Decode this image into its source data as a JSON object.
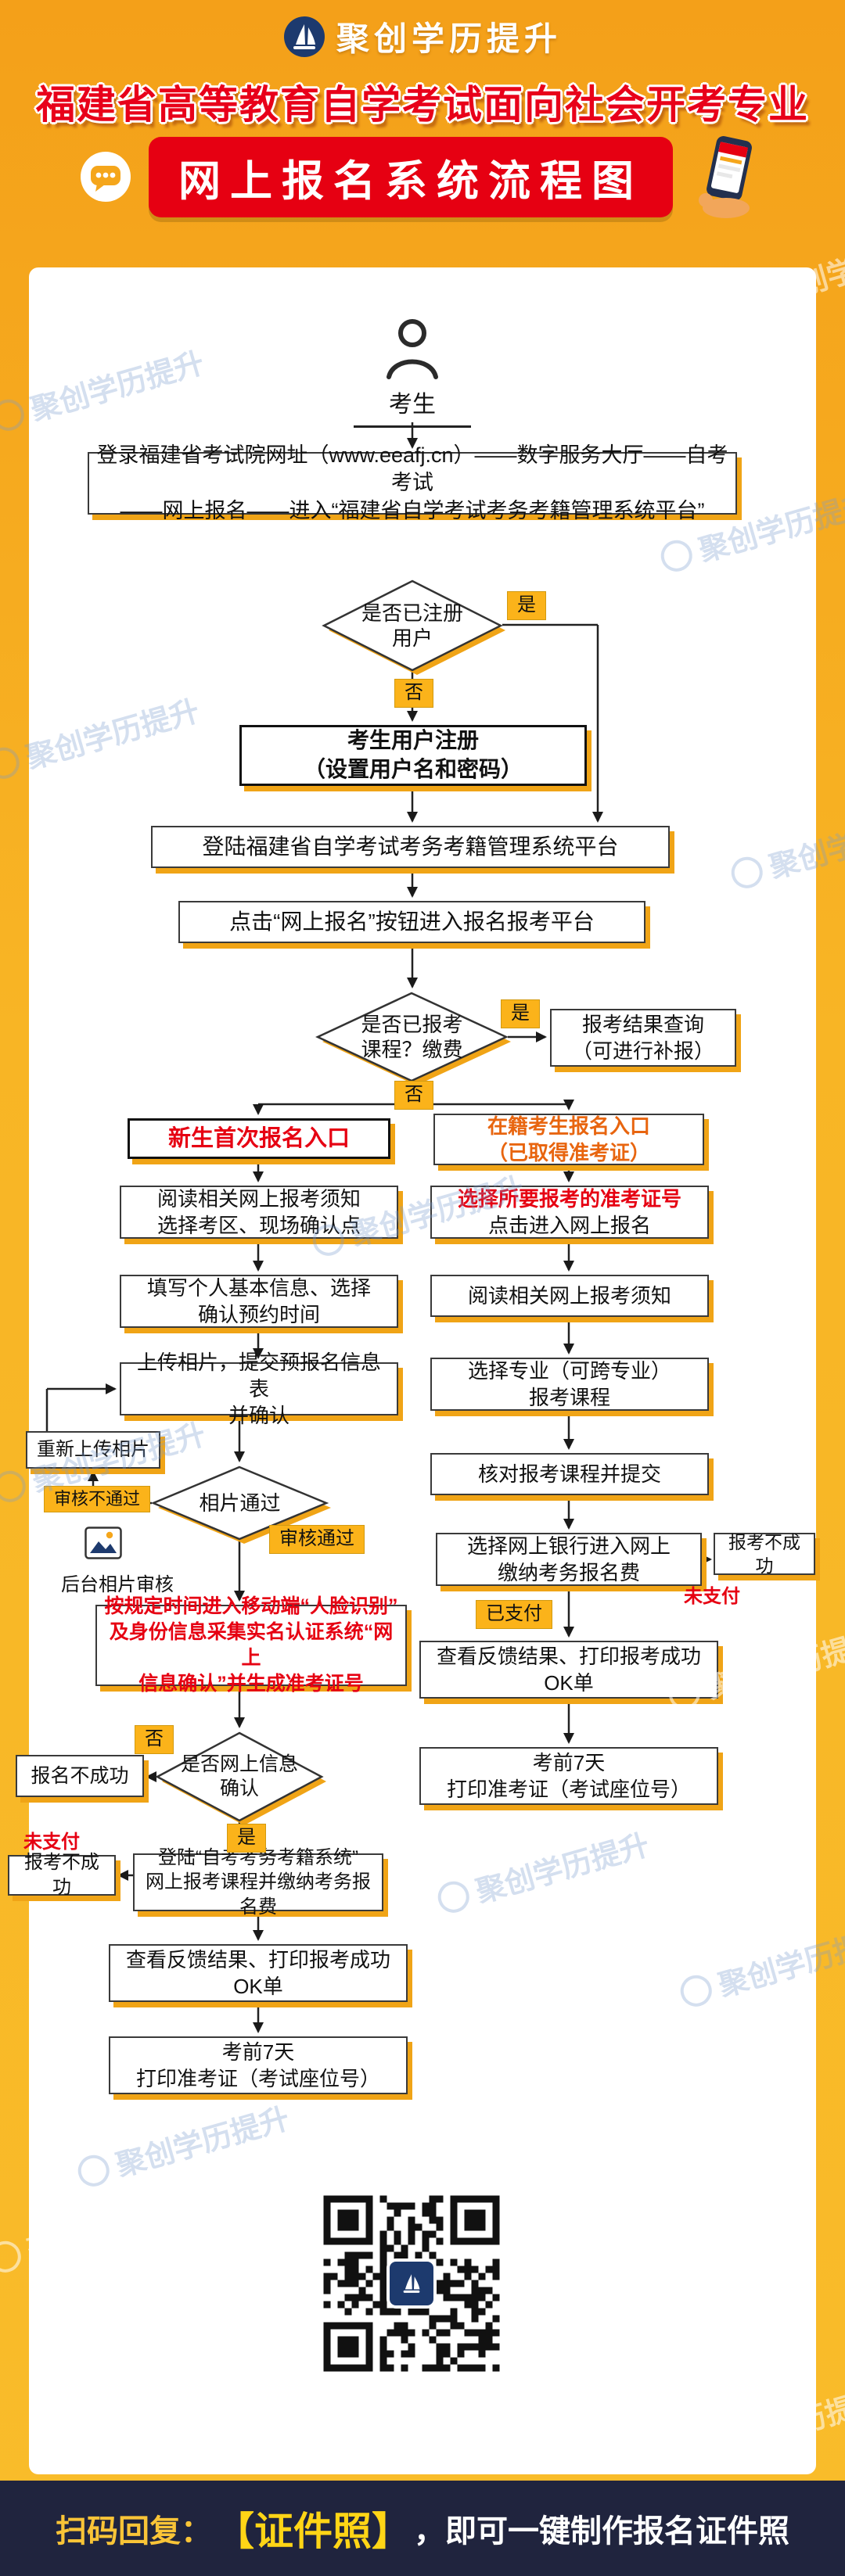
{
  "header": {
    "brand": "聚创学历提升",
    "title_line1": "福建省高等教育自学考试面向社会开考专业",
    "title_line2": "网上报名系统流程图"
  },
  "colors": {
    "accent_gold": "#F5A61B",
    "banner_red": "#E60012",
    "navy": "#1D3A6E",
    "footer_bg": "#20243E",
    "tag_gold": "#FBB31A",
    "watermark_blue": "#7A9CCD"
  },
  "icons": {
    "brand": "sail-logo-icon",
    "chat": "chat-bubble-icon",
    "phone": "phone-in-hand-icon",
    "actor": "person-icon",
    "photo_review": "picture-icon",
    "qr_center": "sail-logo-icon"
  },
  "flow": {
    "actor_label": "考生",
    "login_portal": {
      "line1": "登录福建省考试院网址（www.eeafj.cn）——数字服务大厅——自考考试",
      "line2": "——网上报名——进入“福建省自学考试考务考籍管理系统平台”"
    },
    "registered_q": {
      "line1": "是否已注册",
      "line2": "用户"
    },
    "register_box": {
      "line1": "考生用户注册",
      "line2": "（设置用户名和密码）"
    },
    "login_system": "登陆福建省自学考试考务考籍管理系统平台",
    "click_register": "点击“网上报名”按钮进入报名报考平台",
    "enrolled_q": {
      "line1": "是否已报考",
      "line2": "课程？缴费"
    },
    "result_query": {
      "line1": "报考结果查询",
      "line2": "（可进行补报）"
    },
    "new_entry": "新生首次报名入口",
    "old_entry": {
      "line1": "在籍考生报名入口",
      "line2": "（已取得准考证）"
    },
    "labels": {
      "yes": "是",
      "no": "否",
      "review_pass": "审核通过",
      "review_fail": "审核不通过",
      "paid": "已支付",
      "unpaid": "未支付"
    },
    "left": {
      "read_notice": {
        "line1": "阅读相关网上报考须知",
        "line2": "选择考区、现场确认点"
      },
      "fill_info": {
        "line1": "填写个人基本信息、选择",
        "line2": "确认预约时间"
      },
      "upload_photo": {
        "line1": "上传相片，提交预报名信息表",
        "line2": "并确认"
      },
      "reupload": "重新上传相片",
      "photo_pass_q": "相片通过",
      "backend_review": "后台相片审核",
      "face_auth": {
        "line1": "按规定时间进入移动端“人脸识别”",
        "line2": "及身份信息采集实名认证系统“网上",
        "line3": "信息确认”并生成准考证号"
      },
      "confirm_q": {
        "line1": "是否网上信息",
        "line2": "确认"
      },
      "fail_register": "报名不成功",
      "fail_enroll": "报考不成功",
      "pay_box": {
        "line1": "登陆“自考考务考籍系统”",
        "line2": "网上报考课程并缴纳考务报名费"
      },
      "feedback": {
        "line1": "查看反馈结果、打印报考成功",
        "line2": "OK单"
      },
      "print_ticket": {
        "line1": "考前7天",
        "line2": "打印准考证（考试座位号）"
      }
    },
    "right": {
      "choose_ticket": {
        "line1": "选择所要报考的准考证号",
        "line2": "点击进入网上报名"
      },
      "read_notice": "阅读相关网上报考须知",
      "choose_major": {
        "line1": "选择专业（可跨专业）",
        "line2": "报考课程"
      },
      "check_submit": "核对报考课程并提交",
      "pay_online": {
        "line1": "选择网上银行进入网上",
        "line2": "缴纳考务报名费"
      },
      "fail_enroll": "报考不成功",
      "feedback": {
        "line1": "查看反馈结果、打印报考成功",
        "line2": "OK单"
      },
      "print_ticket": {
        "line1": "考前7天",
        "line2": "打印准考证（考试座位号）"
      }
    }
  },
  "footer": {
    "prefix": "扫码回复：",
    "highlight": "【证件照】",
    "suffix": "，即可一键制作报名证件照"
  },
  "watermark": "聚创学历提升"
}
